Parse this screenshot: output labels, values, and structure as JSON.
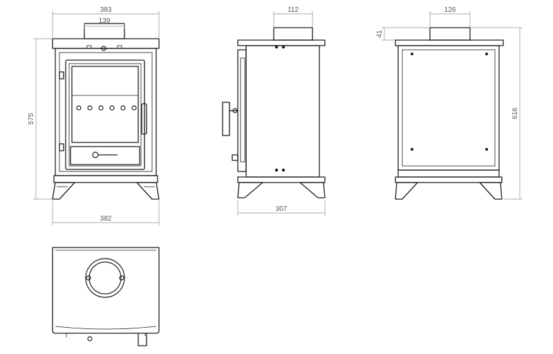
{
  "dimensions": {
    "front_top_width": "383",
    "front_flue_width": "139",
    "front_height": "575",
    "front_base_width": "382",
    "side_flue_width": "112",
    "side_depth": "307",
    "rear_flue_width": "126",
    "rear_flue_height": "41",
    "rear_height": "616"
  },
  "colors": {
    "line": "#1a1a1a",
    "dimension_line": "#8c8c8c",
    "dimension_text": "#555555",
    "background": "#ffffff"
  }
}
